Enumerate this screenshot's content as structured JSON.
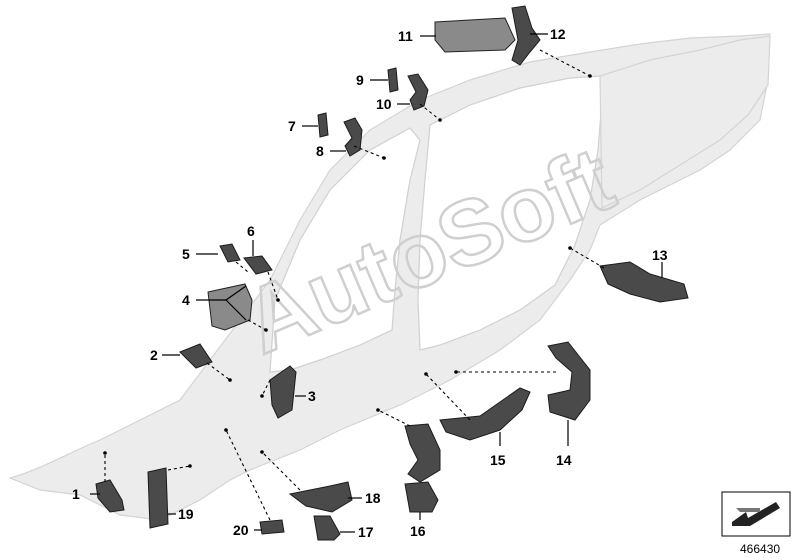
{
  "callouts": [
    {
      "id": "1",
      "label": "1"
    },
    {
      "id": "2",
      "label": "2"
    },
    {
      "id": "3",
      "label": "3"
    },
    {
      "id": "4",
      "label": "4"
    },
    {
      "id": "5",
      "label": "5"
    },
    {
      "id": "6",
      "label": "6"
    },
    {
      "id": "7",
      "label": "7"
    },
    {
      "id": "8",
      "label": "8"
    },
    {
      "id": "9",
      "label": "9"
    },
    {
      "id": "10",
      "label": "10"
    },
    {
      "id": "11",
      "label": "11"
    },
    {
      "id": "12",
      "label": "12"
    },
    {
      "id": "13",
      "label": "13"
    },
    {
      "id": "14",
      "label": "14"
    },
    {
      "id": "15",
      "label": "15"
    },
    {
      "id": "16",
      "label": "16"
    },
    {
      "id": "17",
      "label": "17"
    },
    {
      "id": "18",
      "label": "18"
    },
    {
      "id": "19",
      "label": "19"
    },
    {
      "id": "20",
      "label": "20"
    }
  ],
  "watermark": "AutoSoft",
  "diagram_number": "466430",
  "icon": "arrow-view-direction-icon"
}
